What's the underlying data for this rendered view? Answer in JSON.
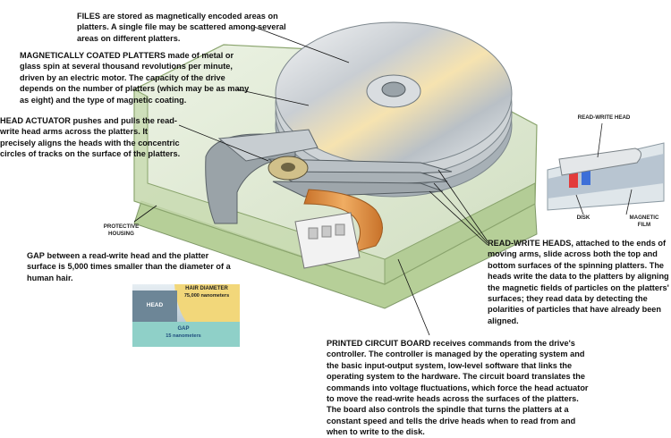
{
  "annotations": {
    "files": {
      "heading": "FILES",
      "text": " are stored as magnetically encoded areas on platters. A single file may be scattered among several areas on different platters."
    },
    "platters": {
      "heading": "MAGNETICALLY COATED PLATTERS",
      "text": " made of metal or glass spin at several thousand revolutions per minute, driven by an electric motor. The capacity of the drive depends on the number of platters (which may be as many as eight) and the type of magnetic coating."
    },
    "head_actuator": {
      "heading": "HEAD ACTUATOR",
      "text": " pushes and pulls the read-write head arms across the platters. It precisely aligns the heads with the concentric circles of tracks on the surface of the platters."
    },
    "gap": {
      "heading": "GAP",
      "text": " between a read-write head and the platter surface is 5,000 times smaller than the diameter of a human hair."
    },
    "read_write_heads": {
      "heading": "READ-WRITE HEADS,",
      "text": " attached to the ends of moving arms, slide across both the top and bottom surfaces of the spinning platters. The heads write the data to the platters by aligning the magnetic fields of particles on the platters' surfaces; they read data by detecting the polarities of particles that have already been aligned."
    },
    "circuit_board": {
      "heading": "PRINTED CIRCUIT BOARD",
      "text": " receives commands from the drive's controller. The controller is managed by the operating system and the basic input-output system, low-level software that links the operating system to the hardware. The circuit board translates the commands into voltage fluctuations, which force the head actuator to move the read-write heads across the surfaces of the platters. The board also controls the spindle that turns the platters at a constant speed and tells the drive heads when to read from and when to write to the disk."
    }
  },
  "small_labels": {
    "protective_housing": "PROTECTIVE HOUSING",
    "read_write_head": "READ-WRITE HEAD",
    "disk": "DISK",
    "magnetic_film": "MAGNETIC FILM"
  },
  "gap_inset": {
    "head": "HEAD",
    "hair_diameter": "HAIR DIAMETER",
    "hair_value": "75,000 nanometers",
    "gap": "GAP",
    "gap_value": "15 nanometers"
  },
  "colors": {
    "housing_green": "#c9dcb4",
    "platter": "#d8dde0",
    "ribbon_orange": "#d9883a",
    "hair_yellow": "#f2d77a",
    "gap_teal": "#8fd0c8"
  }
}
